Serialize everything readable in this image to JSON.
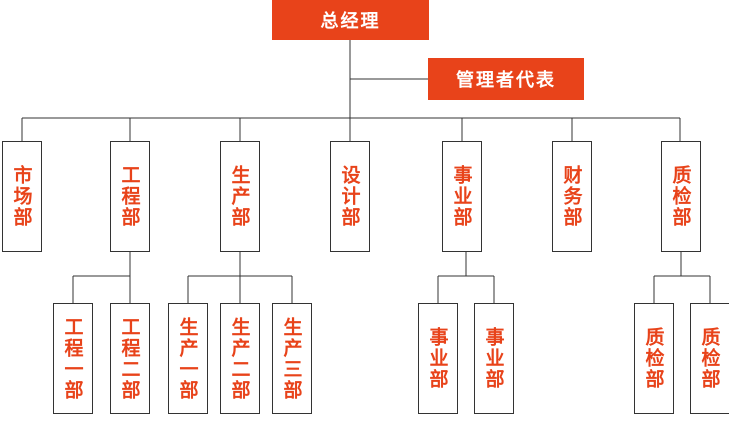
{
  "general_manager": "总经理",
  "mgmt_rep": "管理者代表",
  "departments": [
    {
      "label": "市场部"
    },
    {
      "label": "工程部",
      "subs": [
        "工程一部",
        "工程二部"
      ]
    },
    {
      "label": "生产部",
      "subs": [
        "生产一部",
        "生产二部",
        "生产三部"
      ]
    },
    {
      "label": "设计部"
    },
    {
      "label": "事业部",
      "subs": [
        "事业部",
        "事业部"
      ]
    },
    {
      "label": "财务部"
    },
    {
      "label": "质检部",
      "subs": [
        "质检部",
        "质检部"
      ]
    }
  ],
  "colors": {
    "accent": "#e8431a",
    "line": "#333333"
  }
}
